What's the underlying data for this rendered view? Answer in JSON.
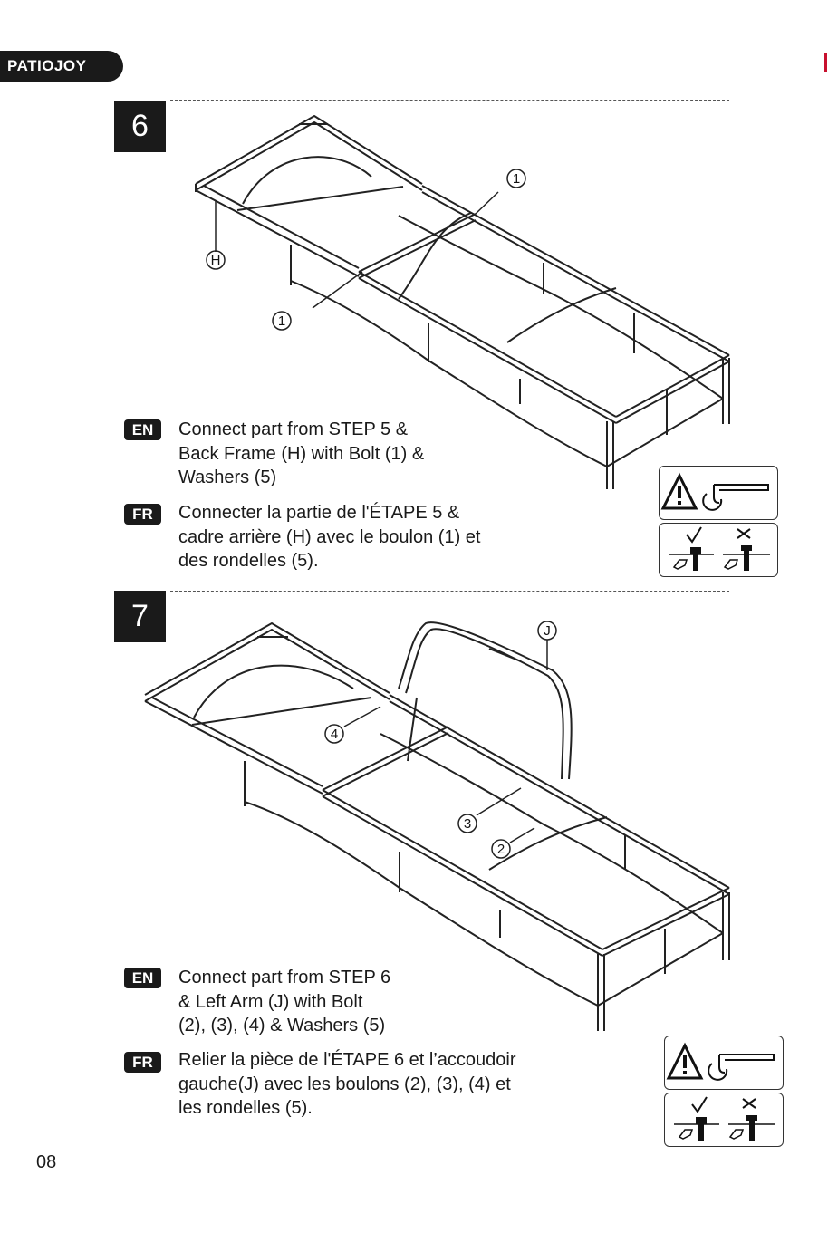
{
  "brand": "PATIOJOY",
  "page_number": "08",
  "steps": [
    {
      "number": "6",
      "en_tag": "EN",
      "en_lines": [
        "Connect part from STEP 5 &",
        "Back Frame (H) with Bolt (1) &",
        "Washers (5)"
      ],
      "fr_tag": "FR",
      "fr_lines": [
        "Connecter la partie de l'ÉTAPE 5 &",
        "cadre arrière (H) avec le boulon (1) et",
        "des rondelles (5)."
      ],
      "callouts": [
        "1",
        "H",
        "1"
      ]
    },
    {
      "number": "7",
      "en_tag": "EN",
      "en_lines": [
        "Connect part from STEP 6",
        "& Left Arm (J) with Bolt",
        "(2), (3), (4) & Washers (5)"
      ],
      "fr_tag": "FR",
      "fr_lines": [
        "Relier la pièce de l'ÉTAPE 6 et l’accoudoir",
        "gauche(J) avec les boulons (2), (3), (4) et",
        "les rondelles (5)."
      ],
      "callouts": [
        "J",
        "4",
        "3",
        "2"
      ]
    }
  ],
  "icons": {
    "warning": "warning-triangle-icon",
    "tool": "allen-key-icon",
    "correct": "check-icon",
    "incorrect": "cross-icon",
    "bolt": "bolt-icon",
    "hand": "hand-icon"
  },
  "colors": {
    "ink": "#1a1a1a",
    "accent": "#c8102e"
  }
}
